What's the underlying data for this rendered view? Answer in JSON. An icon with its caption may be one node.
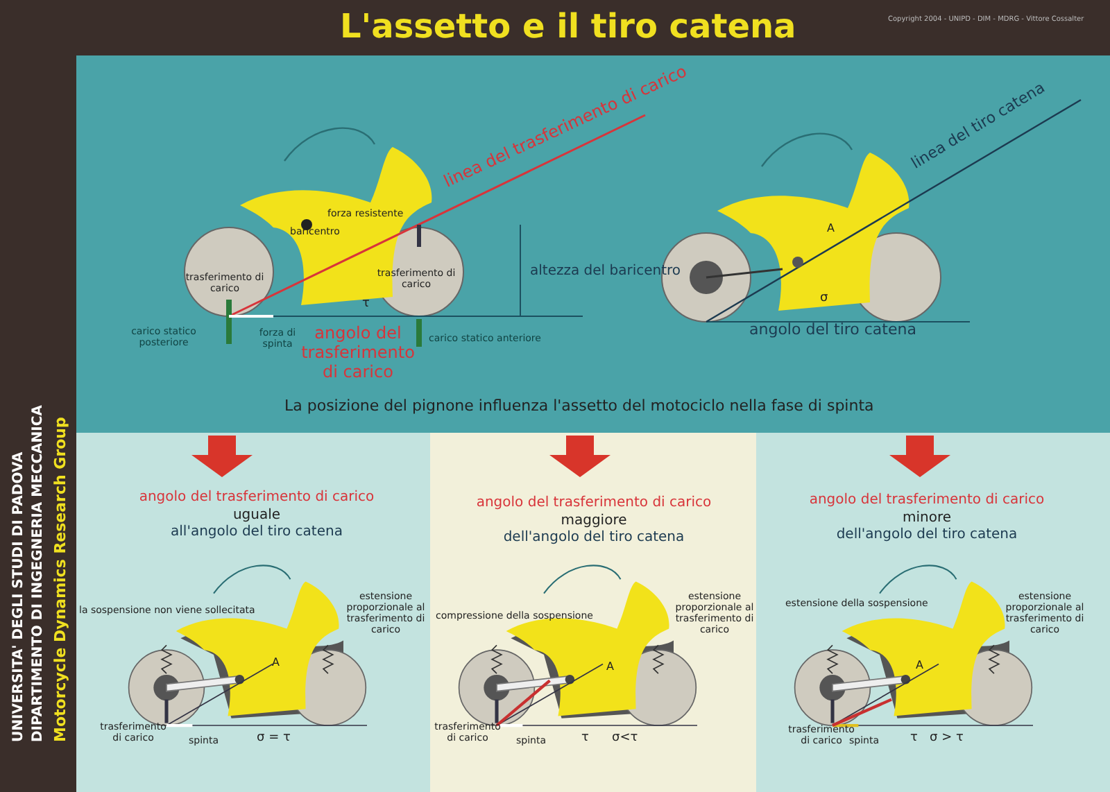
{
  "diagram": {
    "title": "L'assetto e il tiro catena",
    "labels": [
      "Copyright 2004 - UNIPD - DIM - MDRG - Vittore Cossalter",
      "linea del trasferimento di carico",
      "baricentro",
      "forza resistente",
      "trasferimento di carico",
      "trasferimento di carico",
      "altezza del baricentro",
      "τ",
      "carico statico posteriore",
      "forza di spinta",
      "angolo del trasferimento di carico",
      "carico statico anteriore",
      "linea del tiro catena",
      "A",
      "σ",
      "angolo del tiro catena",
      "La posizione del pignone influenza l'assetto del motociclo nella fase di spinta",
      "angolo del trasferimento di carico",
      "uguale",
      "all'angolo del tiro catena",
      "la sospensione non viene sollecitata",
      "estensione proporzionale al trasferimento di carico",
      "A",
      "trasferimento di carico",
      "spinta",
      "σ = τ",
      "angolo del trasferimento di carico",
      "maggiore",
      "dell'angolo del tiro catena",
      "compressione della sospensione",
      "estensione proporzionale al trasferimento di carico",
      "A",
      "trasferimento di carico",
      "spinta",
      "τ",
      "σ<τ",
      "angolo del trasferimento di carico",
      "minore",
      "dell'angolo del tiro catena",
      "estensione della sospensione",
      "estensione proporzionale al trasferimento di carico",
      "A",
      "trasferimento di carico",
      "spinta",
      "τ",
      "σ > τ",
      "UNIVERSITA' DEGLI STUDI DI PADOVA",
      "DIPARTIMENTO DI INGEGNERIA MECCANICA",
      "Motorcycle Dynamics Research Group"
    ]
  }
}
